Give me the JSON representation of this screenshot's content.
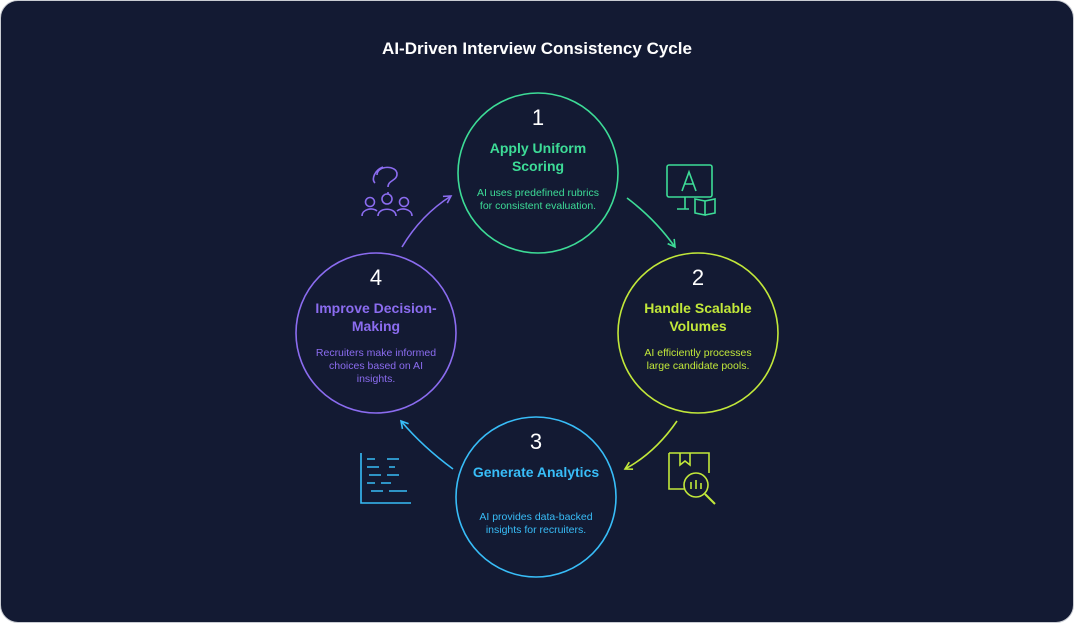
{
  "title": "AI-Driven Interview Consistency Cycle",
  "colors": {
    "background": "#131a33",
    "step1": "#3ddc97",
    "step2": "#c2e83a",
    "step3": "#38bdf8",
    "step4": "#8b6cf0"
  },
  "steps": [
    {
      "number": "1",
      "heading": "Apply Uniform Scoring",
      "description": "AI uses predefined rubrics for consistent evaluation.",
      "icon": "monitor-book-icon"
    },
    {
      "number": "2",
      "heading": "Handle Scalable Volumes",
      "description": "AI efficiently processes large candidate pools.",
      "icon": "document-search-icon"
    },
    {
      "number": "3",
      "heading": "Generate Analytics",
      "description": "AI provides data-backed insights for recruiters.",
      "icon": "chart-lines-icon"
    },
    {
      "number": "4",
      "heading": "Improve Decision-Making",
      "description": "Recruiters make informed choices based on AI insights.",
      "icon": "group-question-icon"
    }
  ]
}
